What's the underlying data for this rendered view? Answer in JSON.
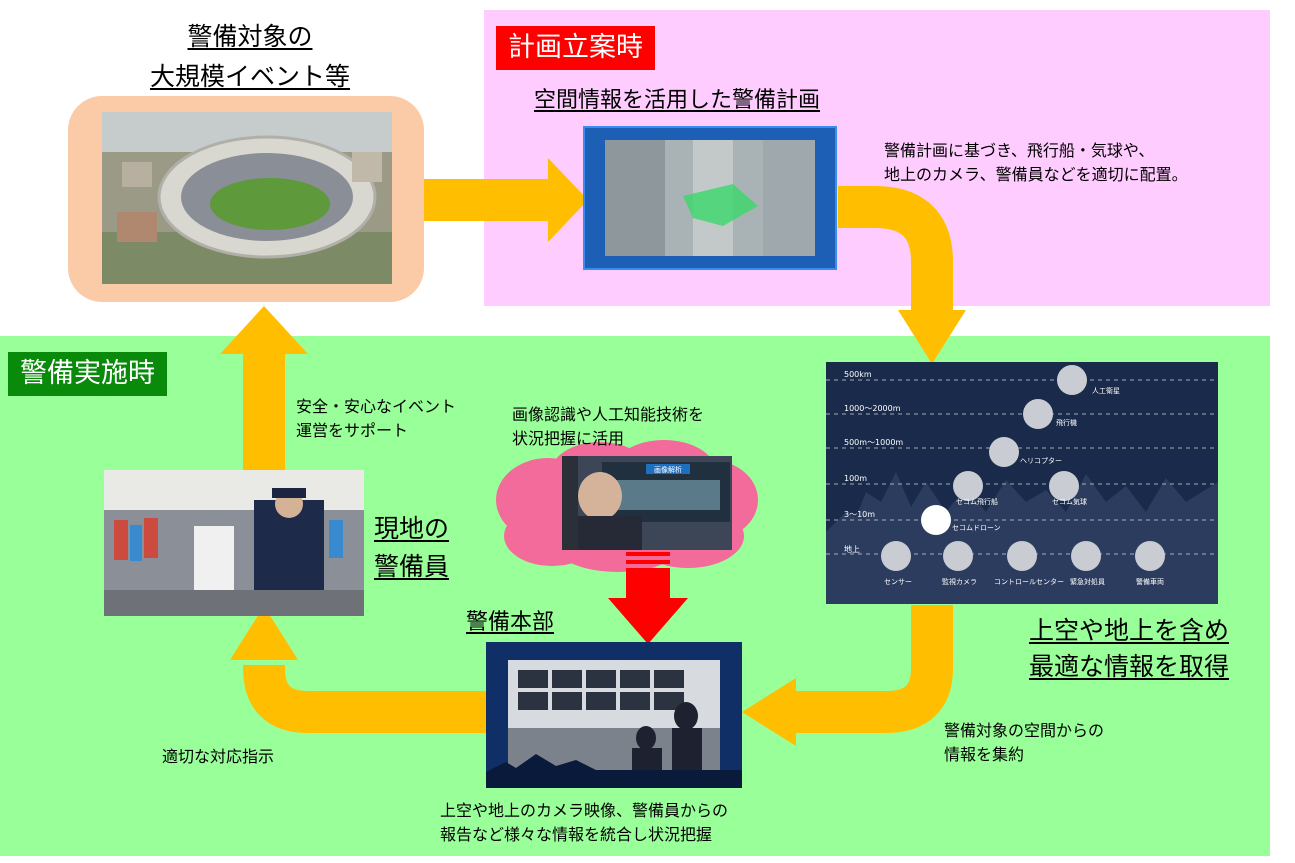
{
  "event_target": {
    "title_line1": "警備対象の",
    "title_line2": "大規模イベント等"
  },
  "planning": {
    "badge": "計画立案時",
    "subtitle": "空間情報を活用した警備計画",
    "note_line1": "警備計画に基づき、飛行船・気球や、",
    "note_line2": "地上のカメラ、警備員などを適切に配置。"
  },
  "execution": {
    "badge": "警備実施時",
    "support_line1": "安全・安心なイベント",
    "support_line2": "運営をサポート",
    "ai_line1": "画像認識や人工知能技術を",
    "ai_line2": "状況把握に活用",
    "guard_line1": "現地の",
    "guard_line2": "警備員",
    "hq_title": "警備本部",
    "hq_note_line1": "上空や地上のカメラ映像、警備員からの",
    "hq_note_line2": "報告など様々な情報を統合し状況把握",
    "instruction": "適切な対応指示",
    "info_line1": "上空や地上を含め",
    "info_line2": "最適な情報を取得",
    "aggregate_line1": "警備対象の空間からの",
    "aggregate_line2": "情報を集約"
  },
  "ai_photo": {
    "screen_label": "画像解析"
  },
  "altitude_panel": {
    "levels": [
      "500km",
      "1000～2000m",
      "500m～1000m",
      "100m",
      "3～10m",
      "地上"
    ],
    "craft": [
      "人工衛星",
      "飛行機",
      "ヘリコプター",
      "セコム飛行船",
      "セコム気球",
      "セコムドローン"
    ],
    "ground": [
      "センサー",
      "監視カメラ",
      "コントロールセンター",
      "緊急対処員",
      "警備車両"
    ]
  },
  "colors": {
    "flow_arrow": "#ffbf00",
    "alert_arrow": "#ff0000",
    "plan_zone": "#ffccff",
    "exec_zone": "#99ff99",
    "plan_badge": "#ff0000",
    "exec_badge": "#0a8a0a",
    "venue_frame": "#fbcba8",
    "cloud": "#f36b9b"
  }
}
